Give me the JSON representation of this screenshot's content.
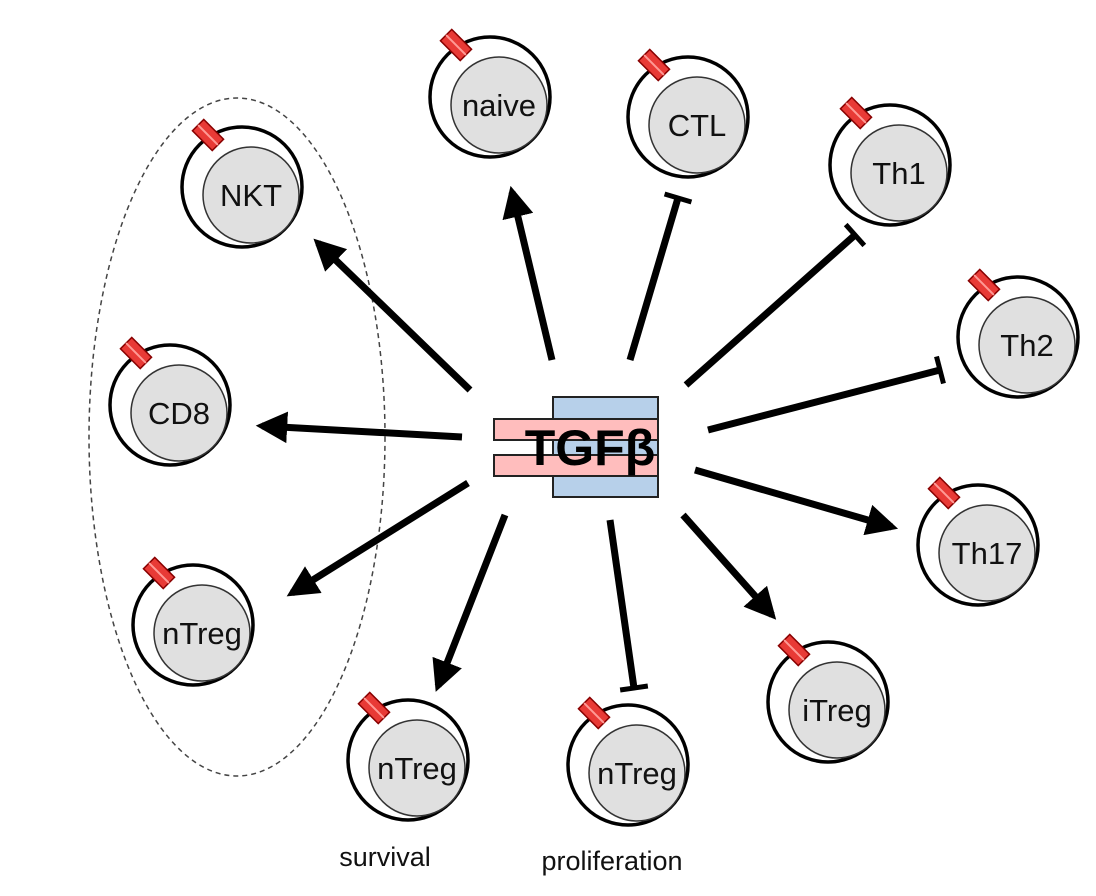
{
  "center": {
    "label": "TGFβ",
    "colors": {
      "ligand": "#ffbdbd",
      "receptor": "#b7d0ea"
    }
  },
  "cells": [
    {
      "id": "nkt",
      "label": "NKT",
      "effect": "activation"
    },
    {
      "id": "cd8",
      "label": "CD8",
      "effect": "activation"
    },
    {
      "id": "ntreg-left",
      "label": "nTreg",
      "effect": "activation"
    },
    {
      "id": "ntreg-survival",
      "label": "nTreg",
      "effect": "activation"
    },
    {
      "id": "ntreg-proliferation",
      "label": "nTreg",
      "effect": "inhibition"
    },
    {
      "id": "itreg",
      "label": "iTreg",
      "effect": "activation"
    },
    {
      "id": "th17",
      "label": "Th17",
      "effect": "activation"
    },
    {
      "id": "th2",
      "label": "Th2",
      "effect": "inhibition"
    },
    {
      "id": "th1",
      "label": "Th1",
      "effect": "inhibition"
    },
    {
      "id": "ctl",
      "label": "CTL",
      "effect": "inhibition"
    },
    {
      "id": "naive",
      "label": "naive",
      "effect": "activation"
    }
  ],
  "captions": {
    "survival": "survival",
    "proliferation": "proliferation"
  },
  "colors": {
    "cell_fill": "#e0e0e0",
    "receptor_red": "#e83a36"
  }
}
